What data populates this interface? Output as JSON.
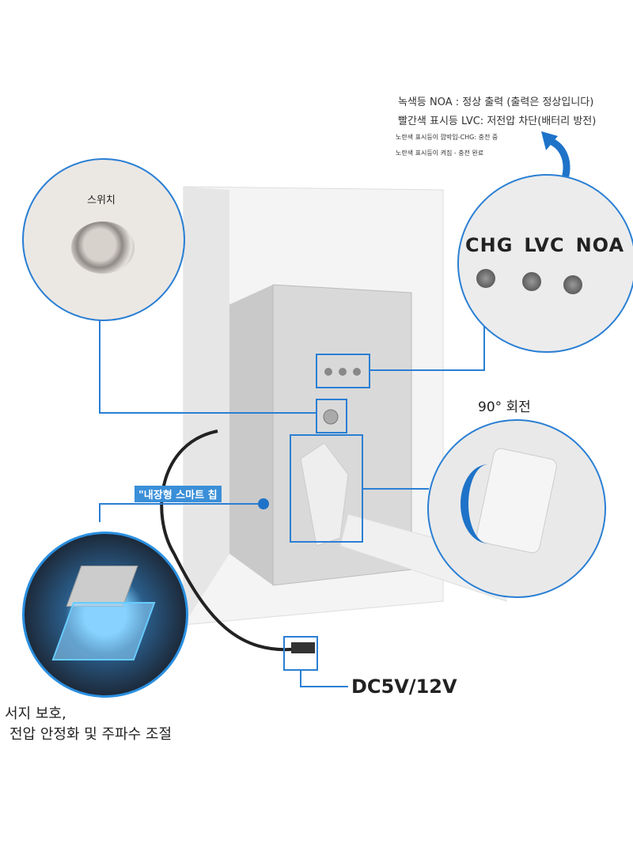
{
  "legend": {
    "green_noa": "녹색등 NOA : 정상 출력 (출력은 정상입니다)",
    "red_lvc": "빨간색 표시등 LVC: 저전압 차단(배터리 방전)",
    "yellow_blink_chg": "노란색 표시등이 깜박임-CHG: 충전 중",
    "yellow_on": "노란색 표시등이 켜짐 - 충전 완료"
  },
  "switch_callout": {
    "label": "스위치"
  },
  "led_callout": {
    "labels": [
      "CHG",
      "LVC",
      "NOA"
    ]
  },
  "rotation_callout": {
    "label": "90° 회전"
  },
  "chip_callout": {
    "tag": "\"내장형 스마트 칩",
    "caption_line1": "서지 보호,",
    "caption_line2": "전압 안정화 및 주파수 조절"
  },
  "power_callout": {
    "label": "DC5V/12V"
  },
  "colors": {
    "accent": "#1e73c8",
    "callout_line": "#2a7fd4"
  }
}
